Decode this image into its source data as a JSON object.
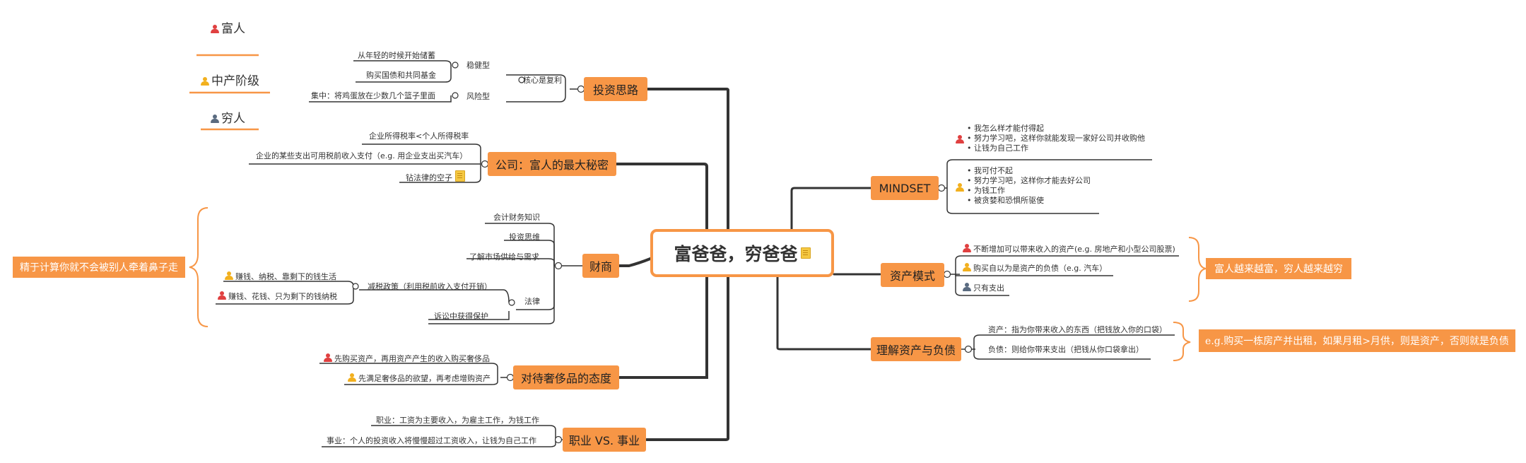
{
  "central": {
    "title": "富爸爸，穷爸爸"
  },
  "legend": {
    "rich": "富人",
    "middle": "中产阶级",
    "poor": "穷人"
  },
  "left_topics": {
    "invest": {
      "title": "投资思路",
      "core": "核心是复利",
      "steady": "稳健型",
      "steady_1": "从年轻的时候开始储蓄",
      "steady_2": "购买国债和共同基金",
      "risky": "风险型",
      "risky_1": "集中：将鸡蛋放在少数几个篮子里面"
    },
    "company": {
      "title": "公司：富人的最大秘密",
      "l1": "企业所得税率<个人所得税率",
      "l2": "企业的某些支出可用税前收入支付（e.g. 用企业支出买汽车）",
      "l3": "钻法律的空子"
    },
    "finance": {
      "title": "财商",
      "l1": "会计财务知识",
      "l2": "投资思维",
      "l3": "了解市场供给与需求",
      "law": "法律",
      "tax": "减税政策（利用税前收入支付开销）",
      "tax_middle": "赚钱、纳税、靠剩下的钱生活",
      "tax_rich": "赚钱、花钱、只为剩下的钱纳税",
      "lawsuit": "诉讼中获得保护",
      "callout": "精于计算你就不会被别人牵着鼻子走"
    },
    "luxury": {
      "title": "对待奢侈品的态度",
      "rich": "先购买资产，再用资产产生的收入购买奢侈品",
      "middle": "先满足奢侈品的欲望，再考虑增购资产"
    },
    "career": {
      "title": "职业 VS. 事业",
      "job": "职业：工资为主要收入，为雇主工作，为钱工作",
      "business": "事业：个人的投资收入将慢慢超过工资收入，让钱为自己工作"
    }
  },
  "right_topics": {
    "mindset": {
      "title": "MINDSET",
      "rich": [
        "我怎么样才能付得起",
        "努力学习吧，这样你就能发现一家好公司并收购他",
        "让钱为自己工作"
      ],
      "middle": [
        "我可付不起",
        "努力学习吧，这样你才能去好公司",
        "为钱工作",
        "被贪婪和恐惧所驱使"
      ]
    },
    "asset_model": {
      "title": "资产模式",
      "rich": "不断增加可以带来收入的资产(e.g. 房地产和小型公司股票)",
      "middle": "购买自以为是资产的负债（e.g. 汽车）",
      "poor": "只有支出",
      "callout": "富人越来越富，穷人越来越穷"
    },
    "understand": {
      "title": "理解资产与负债",
      "asset": "资产：指为你带来收入的东西（把钱放入你的口袋）",
      "liability": "负债：则给你带来支出（把钱从你口袋拿出）",
      "callout": "e.g.购买一栋房产并出租，如果月租>月供，则是资产，否则就是负债"
    }
  },
  "colors": {
    "topic": "#f79646",
    "line": "#333333",
    "rich": "#e04040",
    "middle": "#f2b01e",
    "poor": "#5a6b80"
  }
}
